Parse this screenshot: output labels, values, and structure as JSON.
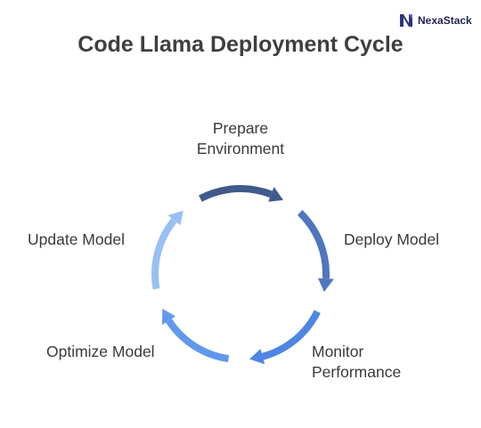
{
  "brand": {
    "name": "NexaStack",
    "logo_icon": "nexastack-logo-icon"
  },
  "title": "Code Llama Deployment Cycle",
  "steps": [
    {
      "line1": "Prepare",
      "line2": "Environment",
      "color": "#3f5b8b"
    },
    {
      "line1": "Deploy Model",
      "line2": "",
      "color": "#4f76bf"
    },
    {
      "line1": "Monitor",
      "line2": "Performance",
      "color": "#4e86e3"
    },
    {
      "line1": "Optimize Model",
      "line2": "",
      "color": "#6198ee"
    },
    {
      "line1": "Update Model",
      "line2": "",
      "color": "#99bff5"
    }
  ]
}
